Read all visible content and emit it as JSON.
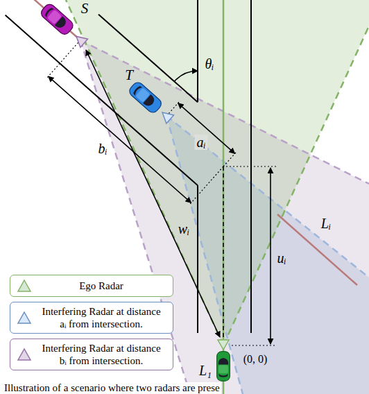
{
  "diagram": {
    "caption": "Illustration of a scenario where two radars are prese",
    "labels": [
      "S",
      "T",
      "θᵢ",
      "aᵢ",
      "bᵢ",
      "wᵢ",
      "uᵢ",
      "Lᵢ",
      "(0, 0)",
      "L₁"
    ],
    "legend": [
      {
        "text": "Ego Radar"
      },
      {
        "text": "Interfering Radar at distance aᵢ from intersection."
      },
      {
        "text": "Interfering Radar at distance bᵢ from intersection."
      }
    ]
  }
}
